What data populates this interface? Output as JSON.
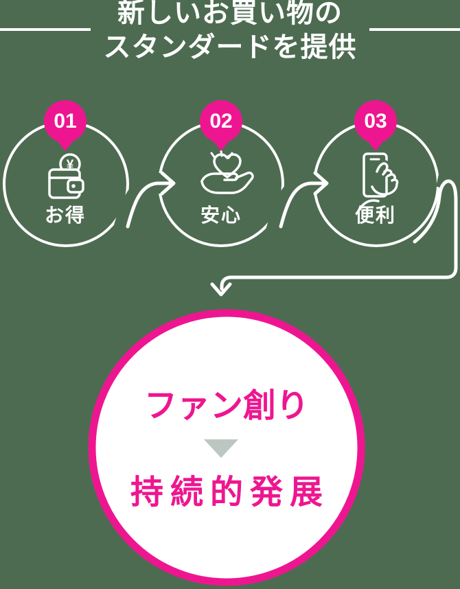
{
  "colors": {
    "bg": "#4d6b51",
    "pink": "#ee1690",
    "white": "#ffffff",
    "gray": "#bcc7c2"
  },
  "header": {
    "line1": "新しいお買い物の",
    "line2": "スタンダードを提供"
  },
  "steps": [
    {
      "number": "01",
      "label": "お得",
      "icon": "wallet-yen-icon",
      "symbol": "¥"
    },
    {
      "number": "02",
      "label": "安心",
      "icon": "heart-in-hand-icon"
    },
    {
      "number": "03",
      "label": "便利",
      "icon": "smartphone-tap-icon"
    }
  ],
  "goal": {
    "line1": "ファン創り",
    "separator_icon": "down-triangle-icon",
    "line2": "持続的発展"
  }
}
